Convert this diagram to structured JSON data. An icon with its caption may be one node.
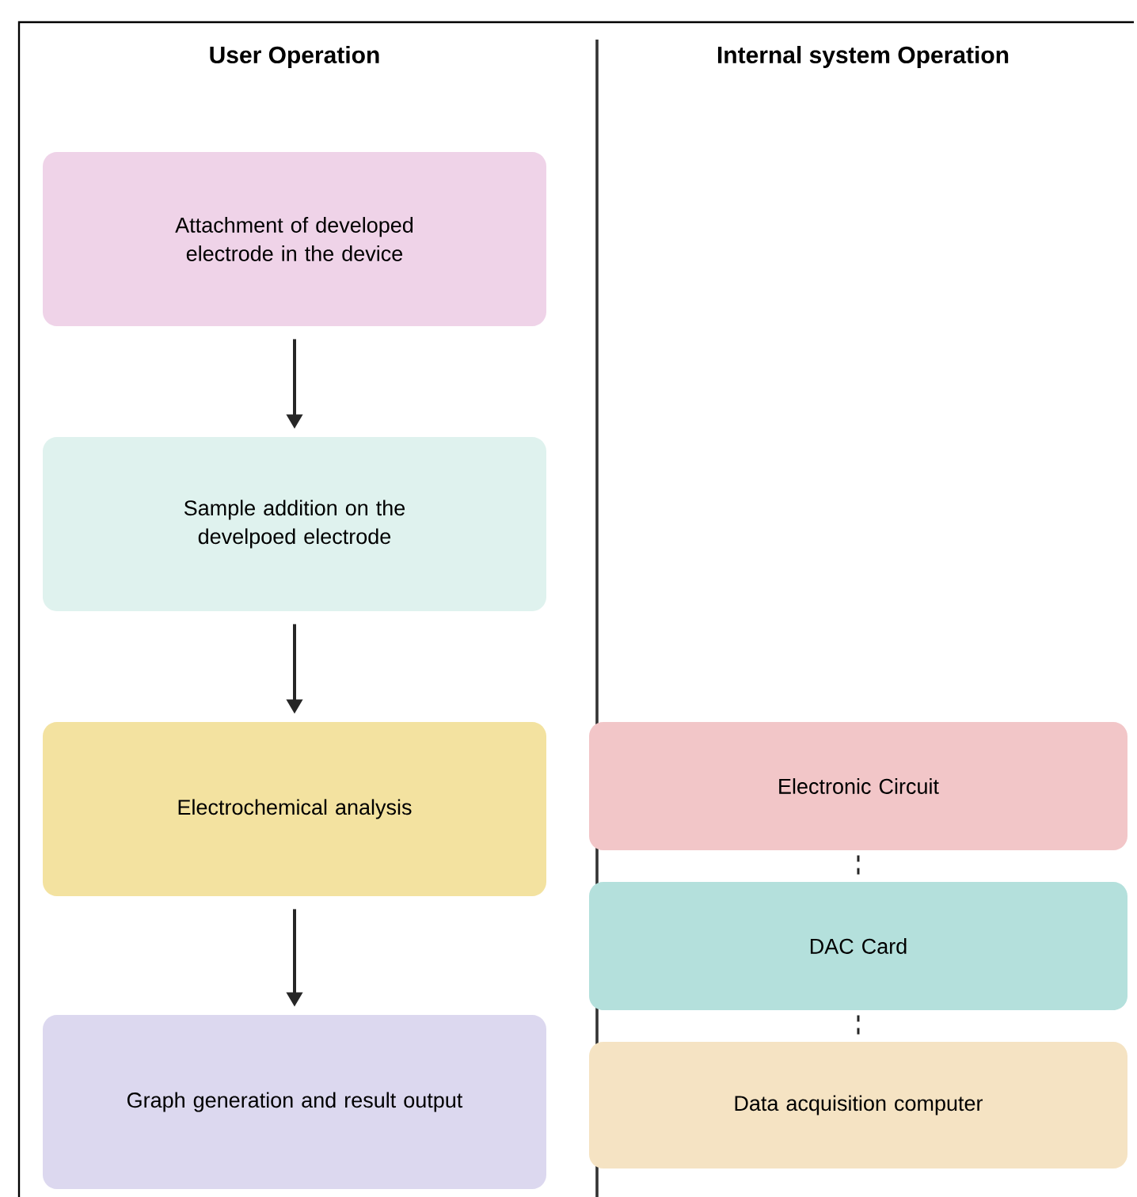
{
  "diagram": {
    "nodes": [
      {
        "text": [
          "Attachment of developed electrode in the device"
        ]
      },
      {
        "text": [
          "Sample addition on the develpoed electrode"
        ]
      },
      {
        "text": [
          "Electrochemical analysis"
        ]
      },
      {
        "text": [
          "Graph generation and result output"
        ]
      },
      {
        "text": [
          "Electronic Circuit"
        ]
      },
      {
        "text": [
          "DAC Card"
        ]
      },
      {
        "text": [
          "Data acquisition computer"
        ]
      }
    ],
    "edges": [
      {
        "from": 0,
        "to": 1,
        "arrow": "to"
      },
      {
        "from": 1,
        "to": 2,
        "arrow": "to"
      },
      {
        "from": 2,
        "to": 3,
        "arrow": "to"
      },
      {
        "from": 4,
        "to": 5,
        "arrow": "none",
        "style": "dashed"
      },
      {
        "from": 5,
        "to": 6,
        "arrow": "none",
        "style": "dashed"
      }
    ],
    "labels": [
      "User Operation",
      "Internal system Operation"
    ]
  }
}
